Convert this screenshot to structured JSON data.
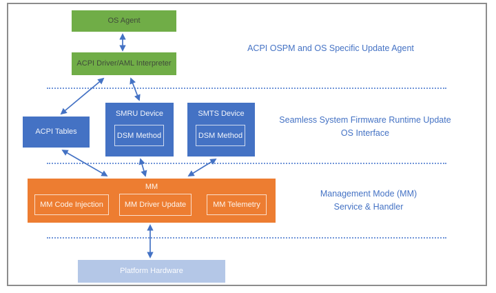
{
  "diagram": {
    "top": {
      "os_agent": "OS Agent",
      "acpi_driver": "ACPI Driver/AML Interpreter",
      "side_label": "ACPI OSPM and OS Specific Update Agent"
    },
    "middle": {
      "acpi_tables": "ACPI Tables",
      "smru": {
        "title": "SMRU Device",
        "inner": "DSM Method"
      },
      "smts": {
        "title": "SMTS Device",
        "inner": "DSM Method"
      },
      "side_label_line1": "Seamless System Firmware Runtime Update",
      "side_label_line2": "OS Interface"
    },
    "mm": {
      "title": "MM",
      "items": [
        "MM Code Injection",
        "MM Driver Update",
        "MM Telemetry"
      ],
      "side_label_line1": "Management Mode (MM)",
      "side_label_line2": "Service & Handler"
    },
    "bottom": {
      "platform_hardware": "Platform Hardware"
    }
  },
  "colors": {
    "green": "#70ad47",
    "blue": "#4472c4",
    "orange": "#ed7d31",
    "light_blue": "#b4c7e7",
    "label_text": "#4472c4",
    "arrow": "#4472c4",
    "dotted_line": "#6f94d8",
    "green_box_text": "#3f4a3a",
    "frame_border": "#8c8c8c"
  }
}
